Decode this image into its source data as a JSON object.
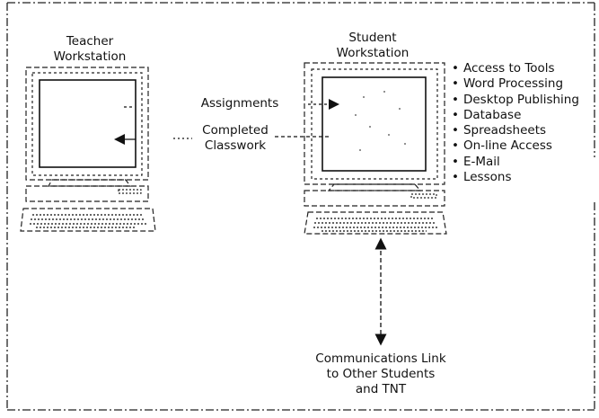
{
  "teacher": {
    "title_line1": "Teacher",
    "title_line2": "Workstation"
  },
  "student": {
    "title_line1": "Student",
    "title_line2": "Workstation",
    "features": [
      "Access to Tools",
      "Word Processing",
      "Desktop Publishing",
      "Database",
      "Spreadsheets",
      "On-line Access",
      "E-Mail",
      "Lessons"
    ]
  },
  "flows": {
    "assignments": "Assignments",
    "completed_line1": "Completed",
    "completed_line2": "Classwork"
  },
  "comm_link": {
    "line1": "Communications Link",
    "line2": "to Other Students",
    "line3": "and TNT"
  }
}
